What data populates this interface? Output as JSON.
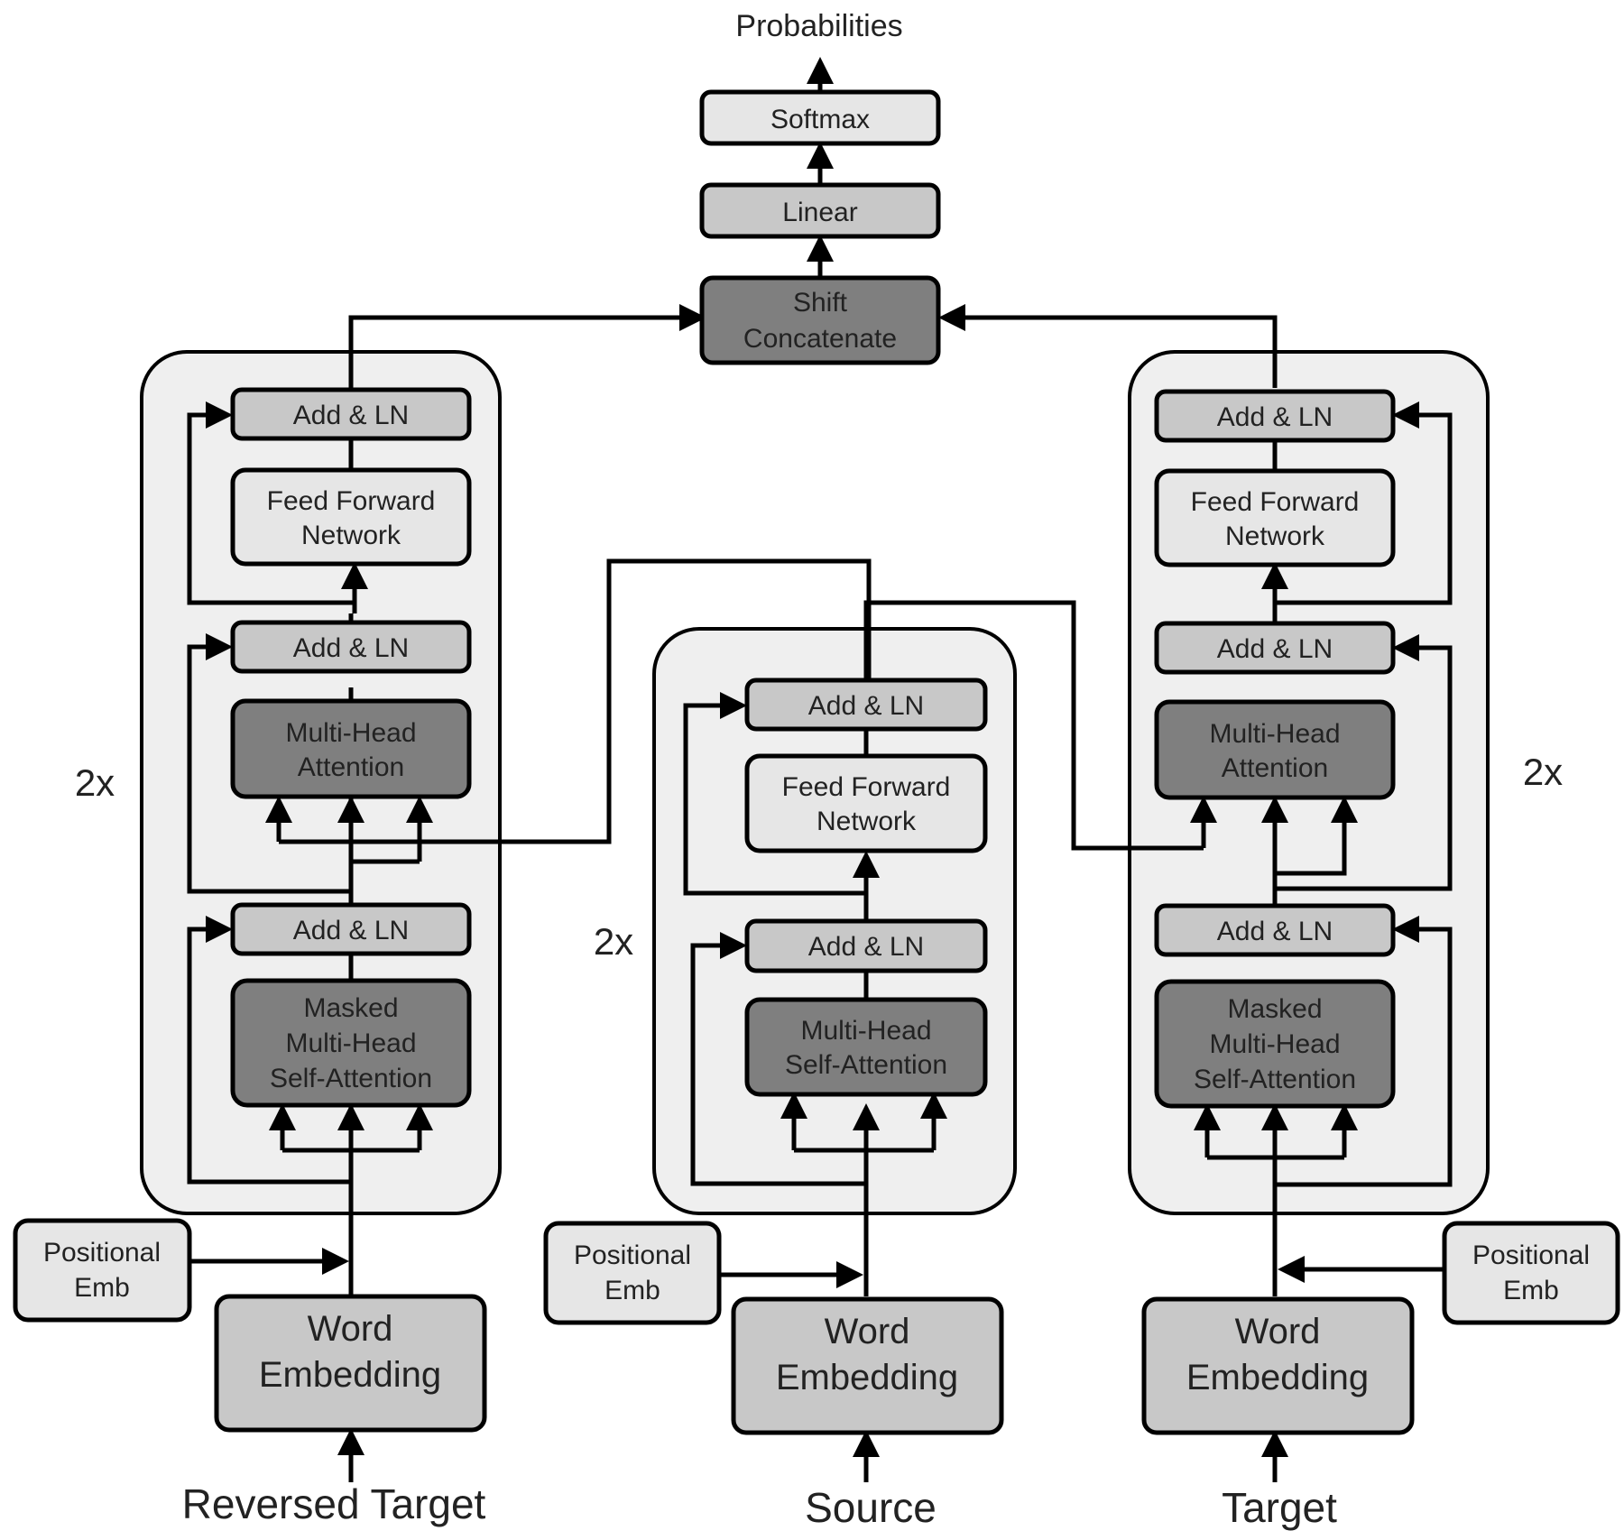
{
  "top": {
    "output": "Probabilities",
    "softmax": "Softmax",
    "linear": "Linear",
    "shift_concat": [
      "Shift",
      "Concatenate"
    ]
  },
  "common": {
    "add_ln": "Add & LN",
    "ffn": [
      "Feed Forward",
      "Network"
    ],
    "mha": [
      "Multi-Head",
      "Attention"
    ],
    "masked_mha": [
      "Masked",
      "Multi-Head",
      "Self-Attention"
    ],
    "self_mha": [
      "Multi-Head",
      "Self-Attention"
    ],
    "pos_emb": [
      "Positional",
      "Emb"
    ],
    "word_emb": [
      "Word",
      "Embedding"
    ],
    "repeat": "2x"
  },
  "inputs": {
    "left": "Reversed Target",
    "center": "Source",
    "right": "Target"
  },
  "colors": {
    "light": "#e6e6e6",
    "mid": "#c8c8c8",
    "dark": "#7f7f7f",
    "panel": "#efefef"
  }
}
